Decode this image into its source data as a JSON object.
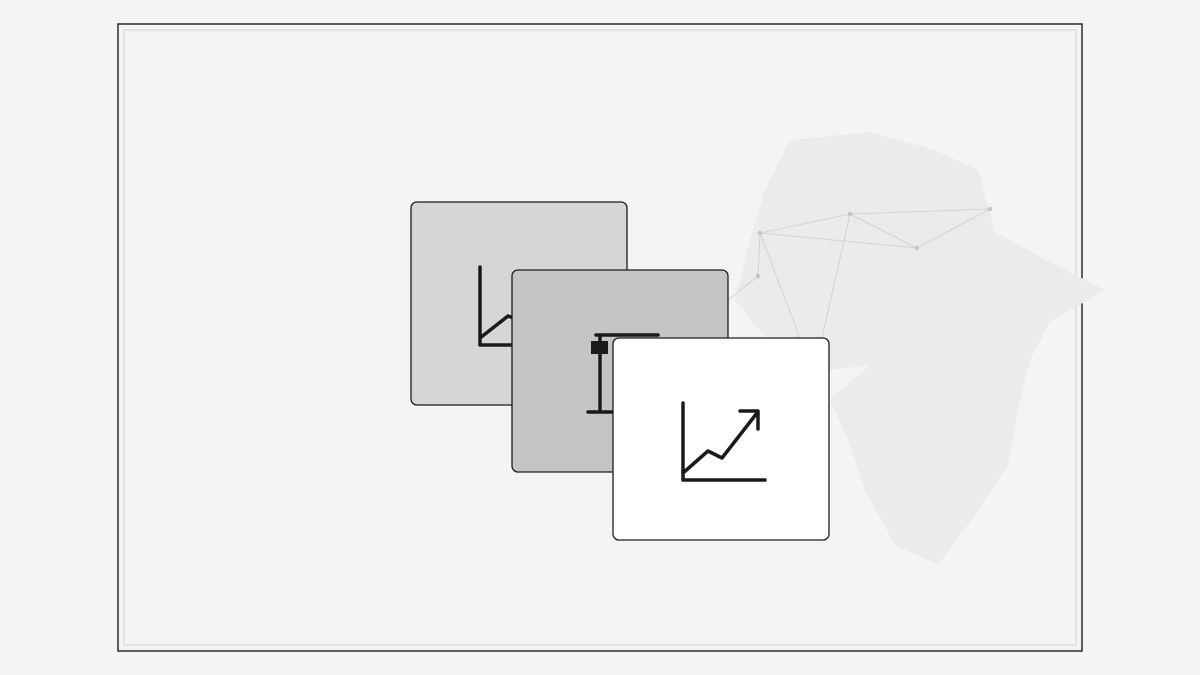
{
  "colors": {
    "background": "#f4f4f2",
    "frame_outer": "#2a2a2a",
    "frame_inner": "#cfcfcd",
    "map_shape": "#ebebe9",
    "network_lines": "#d2d2d0",
    "network_nodes": "#c4c4c2",
    "card_back": "#d6d6d5",
    "card_middle": "#c4c4c4",
    "card_front": "#ffffff",
    "card_border": "#1c1c1c",
    "icon_stroke": "#1a1a1a"
  },
  "cards": [
    {
      "name": "card-back",
      "icon": "chart-trend-icon",
      "fill_key": "card_back"
    },
    {
      "name": "card-middle",
      "icon": "text-cursor-icon",
      "fill_key": "card_middle"
    },
    {
      "name": "card-front",
      "icon": "chart-trend-arrow-icon",
      "fill_key": "card_front"
    }
  ],
  "decorations": {
    "map_icon": "africa-silhouette-icon",
    "network_icon": "network-graph-icon"
  }
}
